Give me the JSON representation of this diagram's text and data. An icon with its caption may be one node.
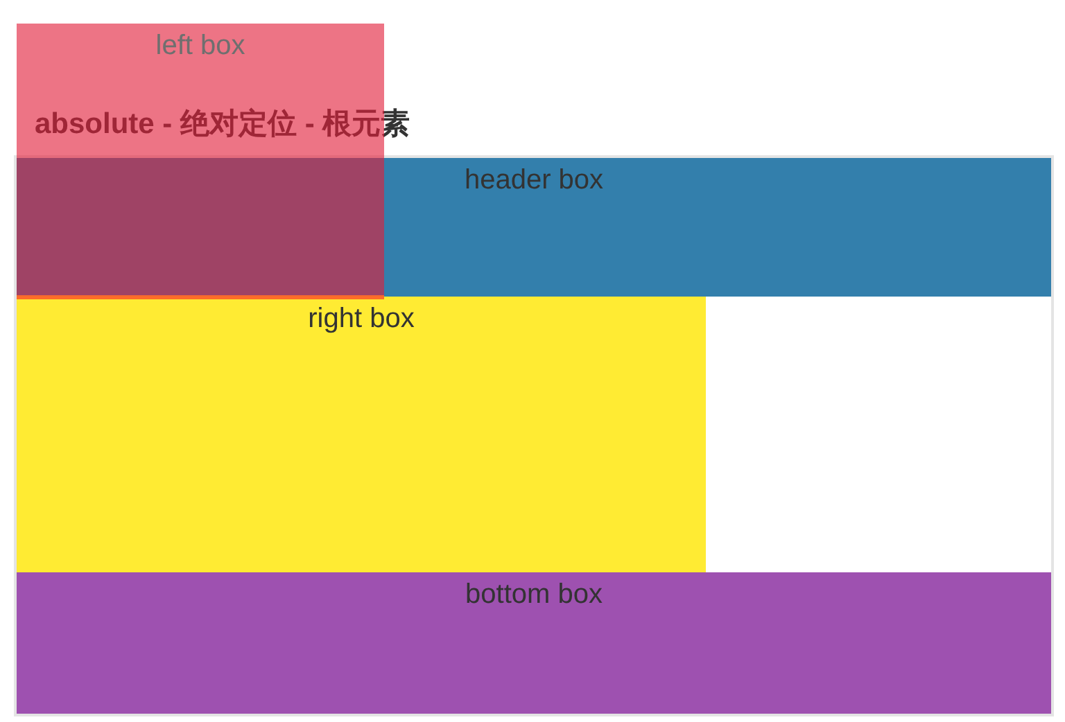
{
  "diagram": {
    "title": "absolute - 绝对定位 - 根元素",
    "nodes": [
      {
        "text": [
          "left box"
        ]
      },
      {
        "text": [],
        "shape": "box"
      },
      {
        "text": [
          "header box"
        ],
        "in": 1
      },
      {
        "text": [
          "right box"
        ],
        "in": 1
      },
      {
        "text": [
          "bottom box"
        ],
        "in": 1
      }
    ]
  }
}
